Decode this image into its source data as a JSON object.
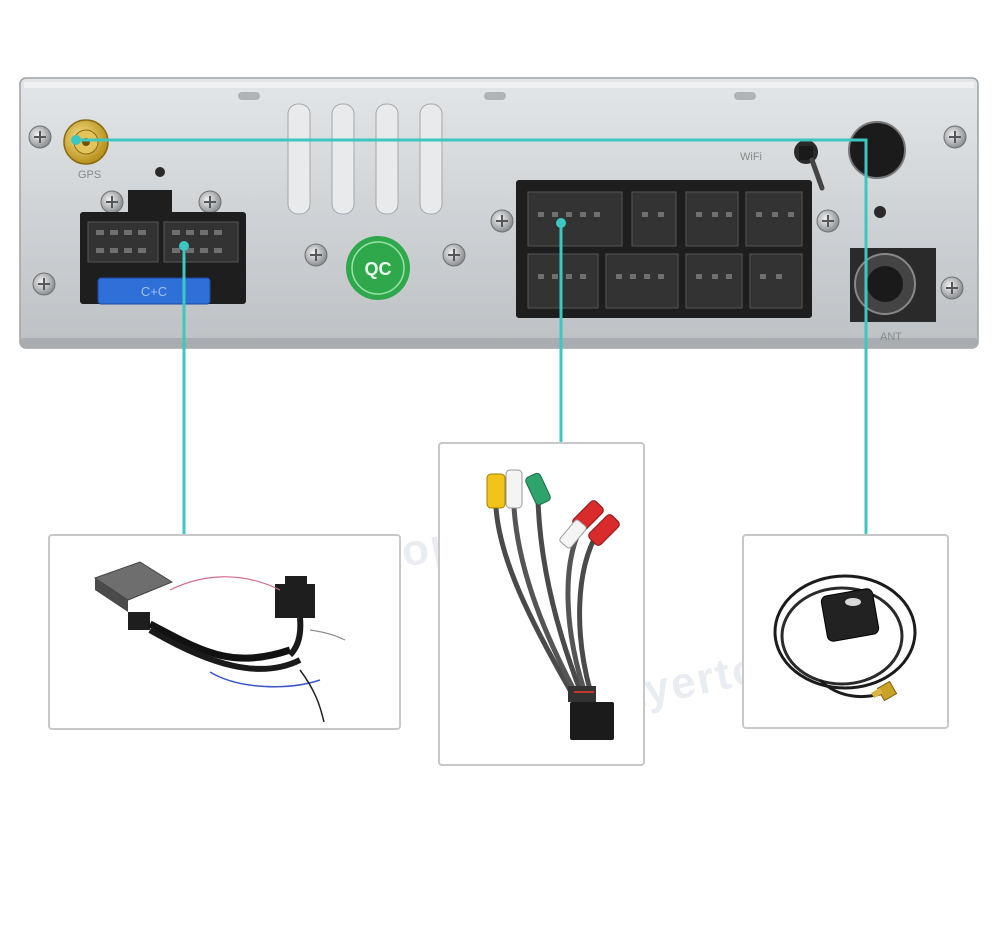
{
  "panel": {
    "labels": {
      "gps": "GPS",
      "wifi": "WiFi",
      "ant": "ANT"
    },
    "fuse_label": "C+C",
    "sticker_text": "QC"
  },
  "watermark": {
    "text": "playertop"
  },
  "colors": {
    "callout_line": "#3cc7c1",
    "panel_metal": "#cfd3d6",
    "connector_black": "#1e1e1e",
    "fuse_blue": "#2f6fd8",
    "sticker_green": "#2ea84a",
    "gps_gold": "#c9a227"
  },
  "callouts": [
    {
      "name": "power-harness",
      "target": "iso-connector"
    },
    {
      "name": "rca-av-cable",
      "target": "multi-pin-connector"
    },
    {
      "name": "gps-antenna",
      "target": "gps-port"
    }
  ]
}
